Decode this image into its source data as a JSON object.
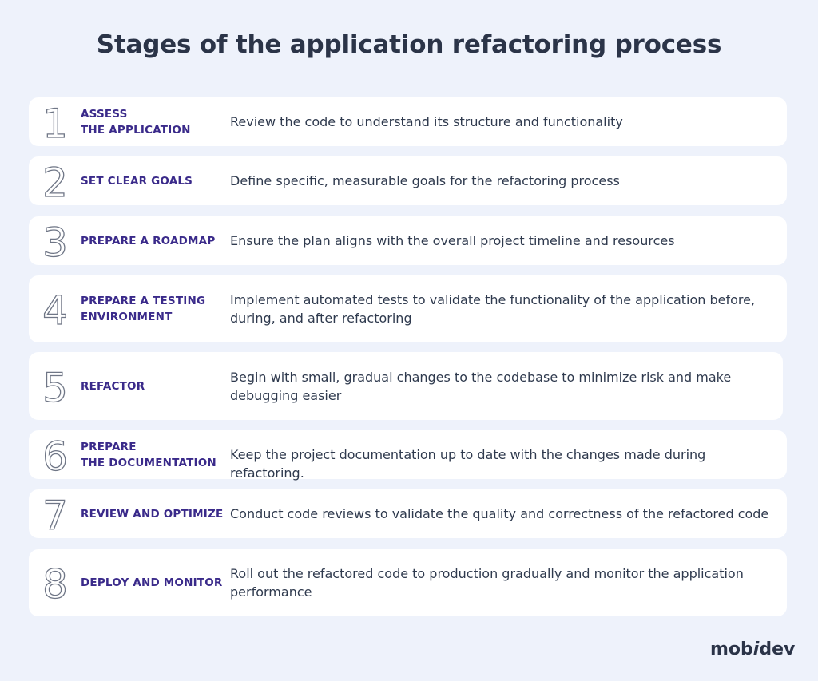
{
  "title": "Stages of the application refactoring process",
  "stages": [
    {
      "number": "1",
      "label_lines": [
        "ASSESS",
        "THE APPLICATION"
      ],
      "description": "Review the code to understand its structure and functionality"
    },
    {
      "number": "2",
      "label_lines": [
        "SET CLEAR GOALS"
      ],
      "description": "Define specific, measurable goals for the refactoring process"
    },
    {
      "number": "3",
      "label_lines": [
        "PREPARE A ROADMAP"
      ],
      "description": "Ensure the plan aligns with the overall project timeline and resources"
    },
    {
      "number": "4",
      "label_lines": [
        "PREPARE A TESTING",
        "ENVIRONMENT"
      ],
      "description": "Implement automated tests to validate the functionality of the application before, during, and after refactoring"
    },
    {
      "number": "5",
      "label_lines": [
        "REFACTOR"
      ],
      "description": "Begin with small, gradual changes to the codebase to minimize risk and make debugging easier"
    },
    {
      "number": "6",
      "label_lines": [
        "PREPARE",
        "THE DOCUMENTATION"
      ],
      "description": "Keep the project documentation up to date with the changes made during refactoring."
    },
    {
      "number": "7",
      "label_lines": [
        "REVIEW AND OPTIMIZE"
      ],
      "description": "Conduct code reviews to validate the quality and correctness of the refactored code"
    },
    {
      "number": "8",
      "label_lines": [
        "DEPLOY AND MONITOR"
      ],
      "description": "Roll out the refactored code to production gradually and monitor the application performance"
    }
  ],
  "brand": {
    "prefix": "mob",
    "mark": "i",
    "suffix": "dev"
  },
  "colors": {
    "background": "#eef2fb",
    "card": "#ffffff",
    "label": "#3a2a8a",
    "text": "#2f3a4e",
    "numeral_outline": "#6f7686"
  }
}
